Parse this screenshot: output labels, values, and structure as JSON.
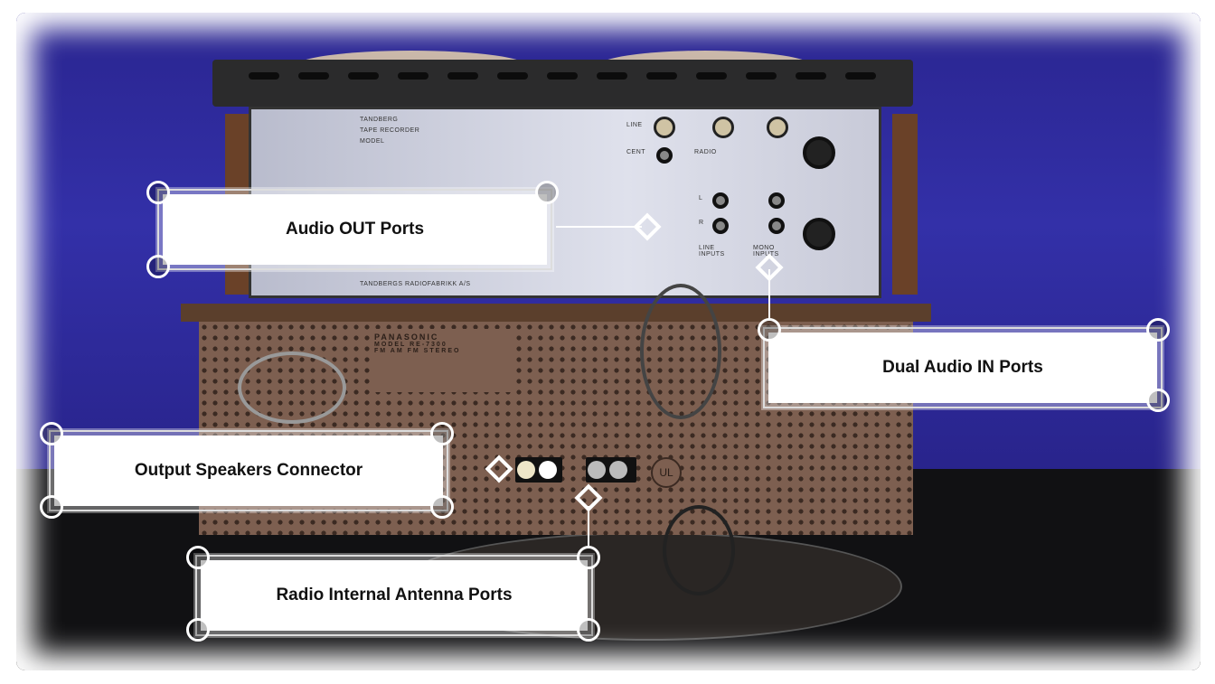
{
  "callouts": {
    "audio_out": "Audio OUT Ports",
    "dual_audio_in": "Dual Audio IN Ports",
    "output_speakers": "Output Speakers Connector",
    "radio_antenna": "Radio Internal Antenna Ports"
  },
  "tape_recorder": {
    "brand": "TANDBERG",
    "type": "TAPE RECORDER",
    "model": "MODEL",
    "line": "LINE",
    "cent": "CENT",
    "radio": "RADIO",
    "l": "L",
    "r": "R",
    "line_inputs": "LINE INPUTS",
    "mono_inputs": "MONO INPUTS",
    "maker": "TANDBERGS RADIOFABRIKK A/S"
  },
  "radio": {
    "brand": "PANASONIC",
    "model": "MODEL RE-7300",
    "bands": "FM AM FM STEREO",
    "ul": "UL"
  }
}
